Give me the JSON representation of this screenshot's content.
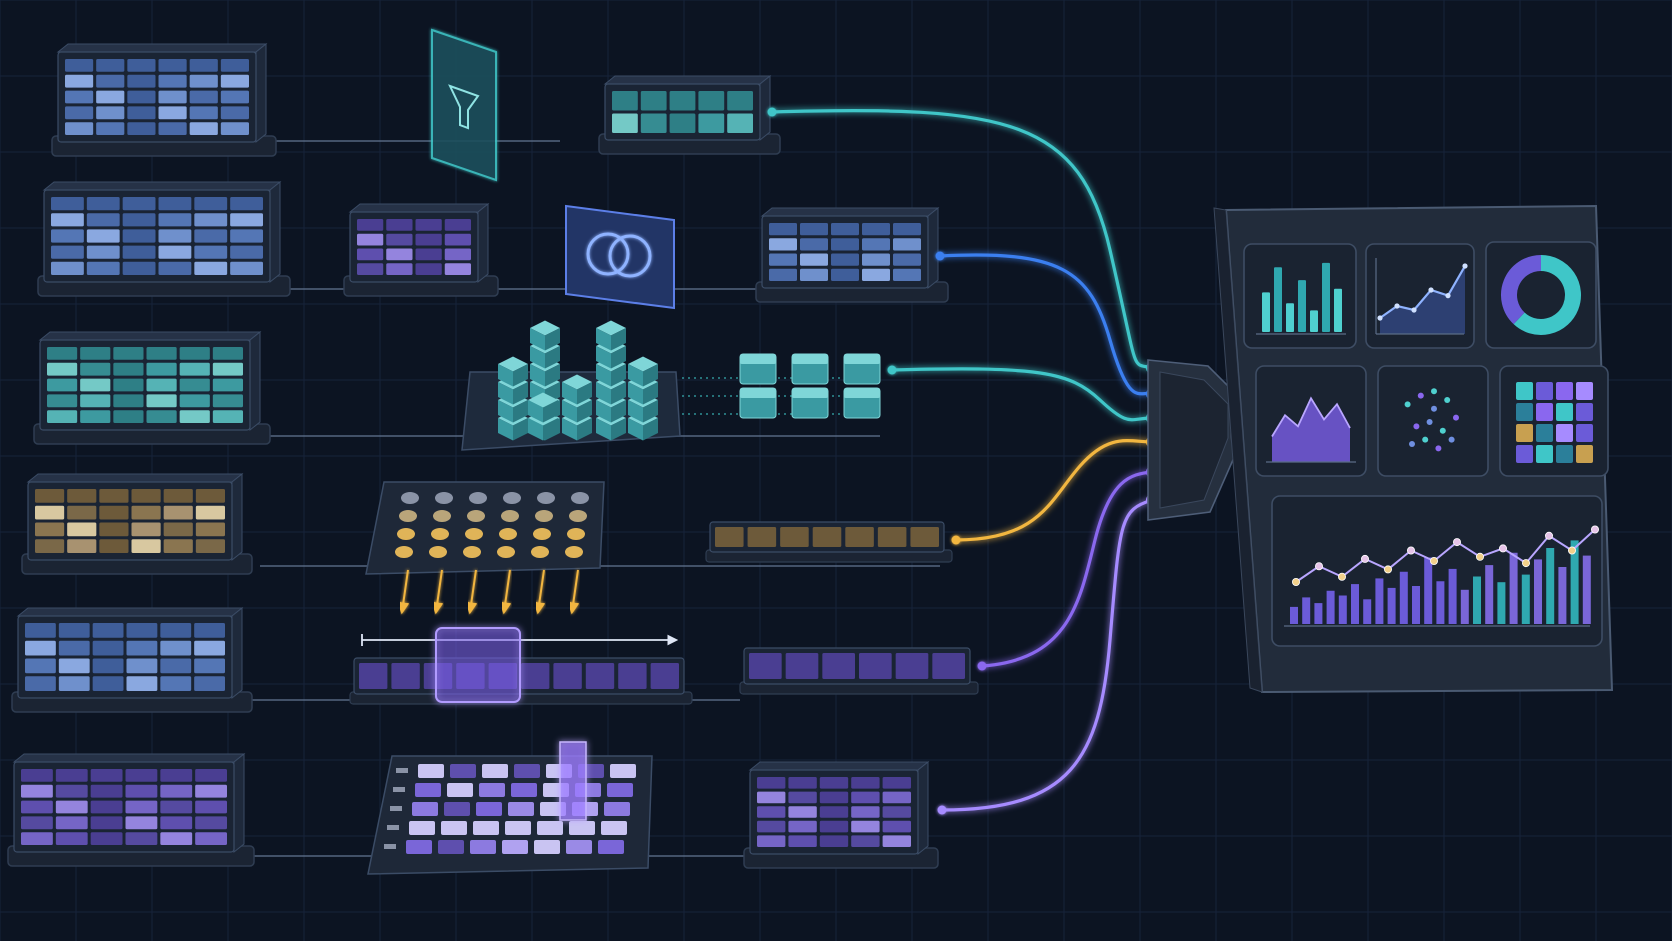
{
  "palette": {
    "background": "#0c1422",
    "grid": "#16233a",
    "slab_face": "#1a2434",
    "slab_edge": "#3b4c66",
    "teal": "#3fc6c8",
    "blue": "#3b7ff0",
    "gold": "#f2b640",
    "purple": "#8a67ef",
    "violet": "#a68bff",
    "rail": "#5a6c86"
  },
  "pipelines": [
    {
      "key": "filter",
      "color": "teal",
      "source_tint": "blue",
      "operation": "filter-funnel",
      "output_tint": "teal"
    },
    {
      "key": "join",
      "color": "blue",
      "source_tint": "blue",
      "operation": "join-venn",
      "output_tint": "blue"
    },
    {
      "key": "aggregate",
      "color": "teal",
      "source_tint": "teal",
      "operation": "aggregate-cubes",
      "output_tint": "teal"
    },
    {
      "key": "map",
      "color": "gold",
      "source_tint": "gold",
      "operation": "map-dot-matrix",
      "output_tint": "gold"
    },
    {
      "key": "window",
      "color": "purple",
      "source_tint": "blue",
      "operation": "sliding-window",
      "output_tint": "purple"
    },
    {
      "key": "pivot",
      "color": "violet",
      "source_tint": "purple",
      "operation": "pivot-heatmap",
      "output_tint": "purple"
    }
  ],
  "hub": {
    "icon": "merge-funnel-icon",
    "inputs": 6,
    "outputs": 2
  },
  "dashboard": {
    "bar_chart": {
      "values": [
        55,
        90,
        40,
        72,
        30,
        96,
        60
      ]
    },
    "line_chart": {
      "values": [
        20,
        35,
        30,
        55,
        48,
        85
      ]
    },
    "donut_chart": {
      "values": [
        62,
        38
      ],
      "colors": [
        "#3fc6c8",
        "#6b5bd8"
      ]
    },
    "area_chart": {
      "values": [
        30,
        55,
        42,
        75,
        50,
        68,
        40
      ]
    },
    "scatter_chart": {
      "points": [
        [
          0.2,
          0.3
        ],
        [
          0.35,
          0.2
        ],
        [
          0.5,
          0.35
        ],
        [
          0.65,
          0.25
        ],
        [
          0.3,
          0.55
        ],
        [
          0.45,
          0.5
        ],
        [
          0.6,
          0.6
        ],
        [
          0.75,
          0.45
        ],
        [
          0.25,
          0.75
        ],
        [
          0.4,
          0.7
        ],
        [
          0.55,
          0.8
        ],
        [
          0.7,
          0.7
        ],
        [
          0.5,
          0.15
        ]
      ]
    },
    "heatmap": {
      "cells": [
        [
          "#3fc6c8",
          "#6b5bd8",
          "#8a67ef",
          "#a68bff"
        ],
        [
          "#2b7f9a",
          "#8a67ef",
          "#3fc6c8",
          "#6b5bd8"
        ],
        [
          "#c8a050",
          "#2b7f9a",
          "#a68bff",
          "#6b5bd8"
        ],
        [
          "#6b5bd8",
          "#3fc6c8",
          "#2b7f9a",
          "#c8a050"
        ]
      ]
    },
    "combo_chart": {
      "bars": [
        18,
        28,
        22,
        35,
        30,
        42,
        26,
        48,
        38,
        55,
        40,
        70,
        45,
        58,
        36,
        50,
        62,
        44,
        75,
        52,
        68,
        80,
        60,
        88,
        72
      ],
      "line": [
        40,
        55,
        45,
        62,
        52,
        70,
        60,
        78,
        64,
        72,
        58,
        84,
        70,
        90
      ]
    }
  }
}
